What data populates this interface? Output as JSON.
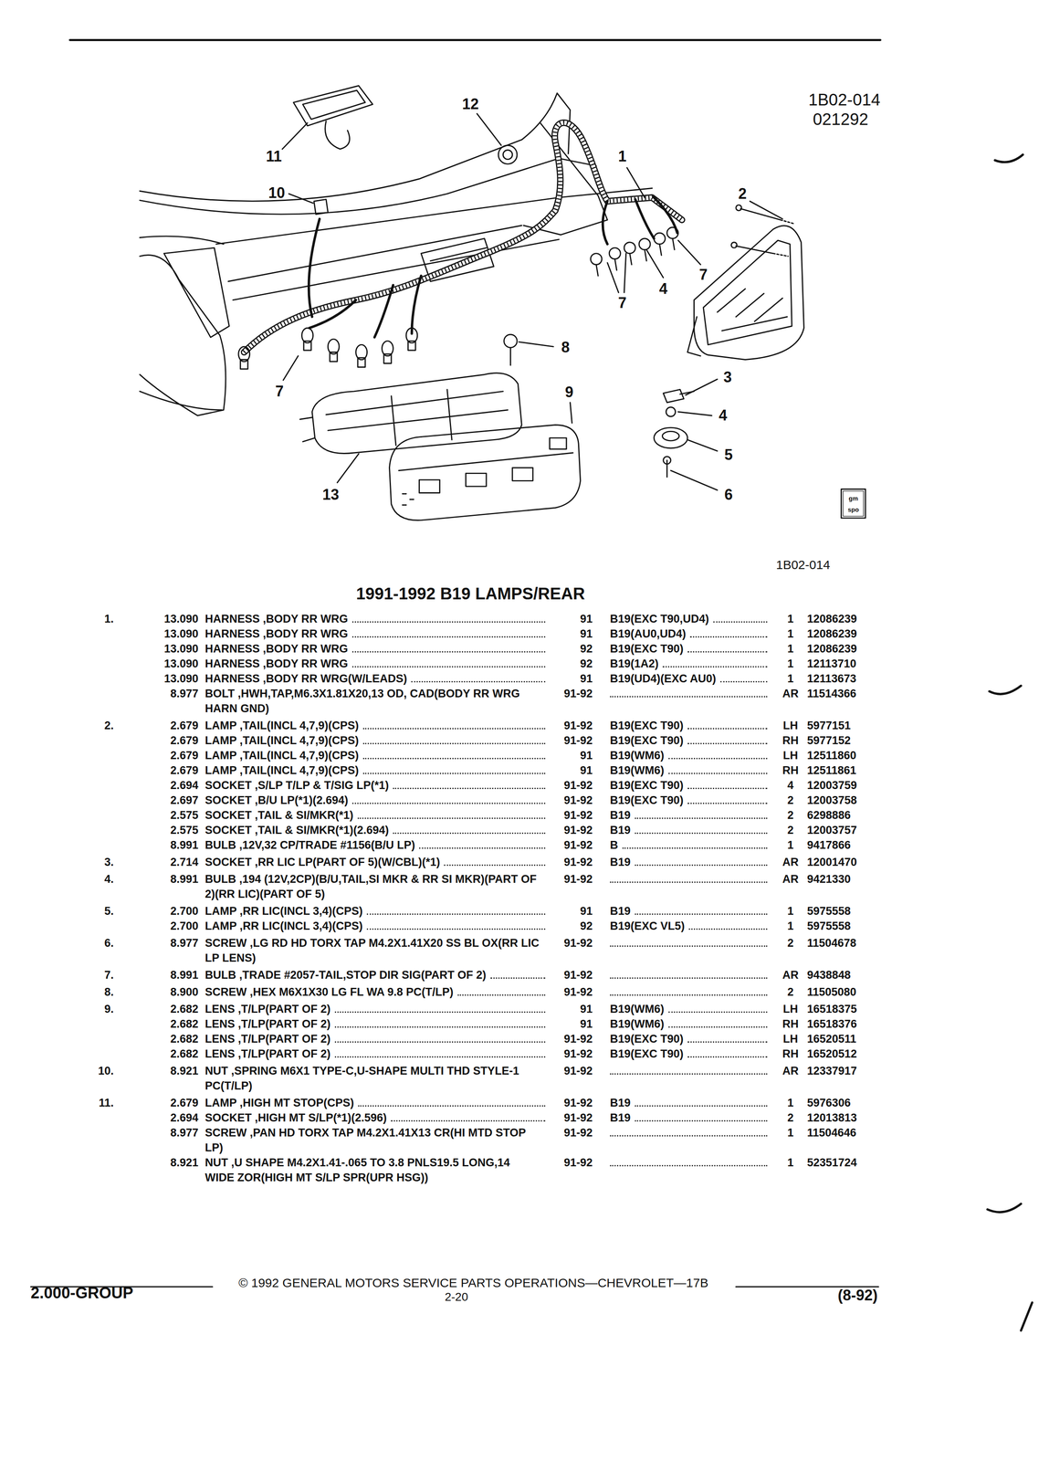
{
  "diagram": {
    "title": "1991-1992 B19 LAMPS/REAR",
    "labels": [
      "1B02-014",
      "021292",
      "12",
      "1",
      "2",
      "11",
      "10",
      "7",
      "4",
      "7",
      "7",
      "8",
      "9",
      "3",
      "4",
      "5",
      "6",
      "13",
      "gm",
      "spo",
      "1B02-014",
      "1.",
      "13.090",
      "HARNESS ,BODY RR WRG",
      "91",
      "B19(EXC T90,UD4)",
      "1",
      "12086239",
      "13.090",
      "HARNESS ,BODY RR WRG",
      "91",
      "B19(AU0,UD4)",
      "1",
      "12086239",
      "13.090",
      "HARNESS ,BODY RR WRG",
      "92",
      "B19(EXC T90)",
      "1",
      "12086239",
      "13.090",
      "HARNESS ,BODY RR WRG",
      "92",
      "B19(1A2)",
      "1",
      "12113710",
      "13.090",
      "HARNESS ,BODY RR WRG(W/LEADS)",
      "91",
      "B19(UD4)(EXC AU0)",
      "1",
      "12113673",
      "8.977",
      "BOLT ,HWH,TAP,M6.3X1.81X20,13 OD, CAD(BODY RR WRG HARN GND)",
      "91-92",
      "AR",
      "11514366",
      "2.",
      "2.679",
      "LAMP ,TAIL(INCL 4,7,9)(CPS)",
      "91-92",
      "B19(EXC T90)",
      "LH",
      "5977151",
      "2.679",
      "LAMP ,TAIL(INCL 4,7,9)(CPS)",
      "91-92",
      "B19(EXC T90)",
      "RH",
      "5977152",
      "2.679",
      "LAMP ,TAIL(INCL 4,7,9)(CPS)",
      "91",
      "B19(WM6)",
      "LH",
      "12511860",
      "2.679",
      "LAMP ,TAIL(INCL 4,7,9)(CPS)",
      "91",
      "B19(WM6)",
      "RH",
      "12511861",
      "2.694",
      "SOCKET ,S/LP T/LP & T/SIG LP(*1)",
      "91-92",
      "B19(EXC T90)",
      "4",
      "12003759",
      "2.697",
      "SOCKET ,B/U LP(*1)(2.694)",
      "91-92",
      "B19(EXC T90)",
      "2",
      "12003758",
      "2.575",
      "SOCKET ,TAIL & SI/MKR(*1)",
      "91-92",
      "B19",
      "2",
      "6298886",
      "2.575",
      "SOCKET ,TAIL & SI/MKR(*1)(2.694)",
      "91-92",
      "B19",
      "2",
      "12003757",
      "8.991",
      "BULB ,12V,32 CP/TRADE #1156(B/U LP)",
      "91-92",
      "B",
      "1",
      "9417866",
      "3.",
      "2.714",
      "SOCKET ,RR LIC LP(PART OF 5)(W/CBL)(*1)",
      "91-92",
      "B19",
      "AR",
      "12001470",
      "4.",
      "8.991",
      "BULB ,194 (12V,2CP)(B/U,TAIL,SI MKR & RR SI MKR)(PART OF 2)(RR LIC)(PART OF 5)",
      "91-92",
      "AR",
      "9421330",
      "5.",
      "2.700",
      "LAMP ,RR LIC(INCL 3,4)(CPS)",
      "91",
      "B19",
      "1",
      "5975558",
      "2.700",
      "LAMP ,RR LIC(INCL 3,4)(CPS)",
      "92",
      "B19(EXC VL5)",
      "1",
      "5975558",
      "6.",
      "8.977",
      "SCREW ,LG RD HD TORX TAP M4.2X1.41X20 SS BL OX(RR LIC LP LENS)",
      "91-92",
      "2",
      "11504678",
      "7.",
      "8.991",
      "BULB ,TRADE #2057-TAIL,STOP DIR SIG(PART OF 2)",
      "91-92",
      "AR",
      "9438848",
      "8.",
      "8.900",
      "SCREW ,HEX M6X1X30 LG FL WA 9.8 PC(T/LP)",
      "91-92",
      "2",
      "11505080",
      "9.",
      "2.682",
      "LENS ,T/LP(PART OF 2)",
      "91",
      "B19(WM6)",
      "LH",
      "16518375",
      "2.682",
      "LENS ,T/LP(PART OF 2)",
      "91",
      "B19(WM6)",
      "RH",
      "16518376",
      "2.682",
      "LENS ,T/LP(PART OF 2)",
      "91-92",
      "B19(EXC T90)",
      "LH",
      "16520511",
      "2.682",
      "LENS ,T/LP(PART OF 2)",
      "91-92",
      "B19(EXC T90)",
      "RH",
      "16520512",
      "10.",
      "8.921",
      "NUT ,SPRING M6X1 TYPE-C,U-SHAPE MULTI THD STYLE-1 PC(T/LP)",
      "91-92",
      "AR",
      "12337917",
      "11.",
      "2.679",
      "LAMP ,HIGH MT STOP(CPS)",
      "91-92",
      "B19",
      "1",
      "5976306",
      "2.694",
      "SOCKET ,HIGH MT S/LP(*1)(2.596)",
      "91-92",
      "B19",
      "2",
      "12013813",
      "8.977",
      "SCREW ,PAN HD TORX TAP M4.2X1.41X13 CR(HI MTD STOP LP)",
      "91-92",
      "1",
      "11504646",
      "8.921",
      "NUT ,U SHAPE M4.2X1.41-.065 TO 3.8 PNLS19.5 LONG,14 WIDE ZOR(HIGH MT S/LP SPR(UPR HSG))",
      "91-92",
      "1",
      "52351724",
      "© 1992 GENERAL MOTORS SERVICE PARTS OPERATIONS—CHEVROLET—17B",
      "2.000-GROUP",
      "2-20",
      "(8-92)"
    ]
  }
}
